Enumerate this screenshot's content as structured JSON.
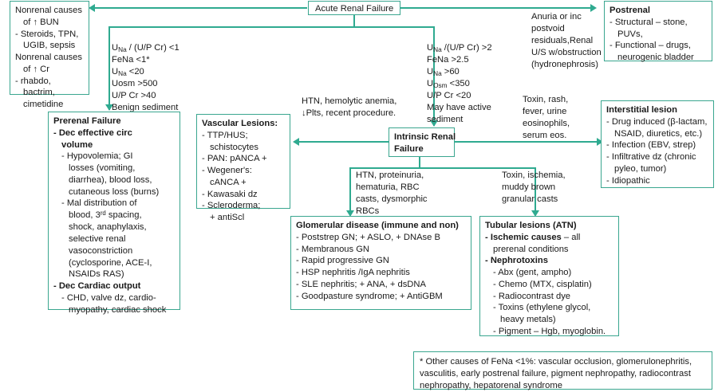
{
  "diagram": {
    "title": "Acute Renal Failure",
    "accent_color": "#2faa90",
    "text_color": "#1a1a1a",
    "background": "#ffffff"
  },
  "root": {
    "label": "Acute Renal Failure"
  },
  "nonrenal": {
    "line1": "Nonrenal causes",
    "line2": "of ↑ BUN",
    "line3": "-  Steroids, TPN,",
    "line4": "UGIB, sepsis",
    "line5": "Nonrenal causes",
    "line6": "of ↑ Cr",
    "line7": "-  rhabdo, bactrim,",
    "line8": "cimetidine"
  },
  "prerenal_criteria": {
    "line1_pre": "U",
    "line1_sub": "Na",
    "line1_post": " / (U/P Cr) <1",
    "line2": "FeNa <1*",
    "line3_pre": "U",
    "line3_sub": "Na",
    "line3_post": " <20",
    "line4": "Uosm >500",
    "line5": "U/P Cr >40",
    "line6": "Benign sediment"
  },
  "intrinsic_criteria": {
    "line1_pre": "U",
    "line1_sub": "Na",
    "line1_post": " /(U/P Cr) >2",
    "line2": "FeNa >2.5",
    "line3_pre": "U",
    "line3_sub": "Na",
    "line3_post": "  >60",
    "line4_pre": "U",
    "line4_sub": "Osm",
    "line4_post": "  <350",
    "line5": "U/P Cr <20",
    "line6": "May have active",
    "line7": "sediment"
  },
  "postrenal_criteria": {
    "line1": "Anuria or inc",
    "line2": "postvoid",
    "line3": "residuals,Renal",
    "line4": "U/S w/obstruction",
    "line5": "(hydronephrosis)"
  },
  "postrenal": {
    "header": "Postrenal",
    "item1": "-  Structural – stone,",
    "item1b": "PUVs,",
    "item2": "-  Functional – drugs,",
    "item2b": "neurogenic bladder"
  },
  "prerenal_failure": {
    "header": "Prerenal Failure",
    "sub1": "- Dec effective circ",
    "sub1b": "volume",
    "b1": "-  Hypovolemia; GI",
    "b1b": "losses (vomiting,",
    "b1c": "diarrhea), blood loss,",
    "b1d": "cutaneous loss (burns)",
    "b2": "-  Mal distribution of",
    "b2b_pre": "blood, 3",
    "b2b_sup": "rd",
    "b2b_post": " spacing,",
    "b2c": "shock, anaphylaxis,",
    "b2d": "selective renal",
    "b2e": "vasoconstriction",
    "b2f": "(cyclosporine, ACE-I,",
    "b2g": "NSAIDs RAS)",
    "sub2": "- Dec Cardiac output",
    "b3": "-  CHD, valve dz, cardio-",
    "b3b": "myopathy, cardiac shock"
  },
  "vascular": {
    "header": "Vascular Lesions:",
    "i1": "-  TTP/HUS;",
    "i1b": "schistocytes",
    "i2": "-  PAN: pANCA +",
    "i3": "-  Wegener's:",
    "i3b": "cANCA +",
    "i4": "-  Kawasaki dz",
    "i5": "-  Scleroderma;",
    "i5b": "+ antiScl"
  },
  "intrinsic": {
    "line1": "Intrinsic Renal",
    "line2": "Failure"
  },
  "interstitial": {
    "header": "Interstitial lesion",
    "i1": "-  Drug induced (β-lactam,",
    "i1b": "NSAID, diuretics, etc.)",
    "i2": "-  Infection (EBV, strep)",
    "i3": "-  Infiltrative dz (chronic",
    "i3b": "pyleo, tumor)",
    "i4": "-  Idiopathic"
  },
  "glomerular": {
    "header": "Glomerular disease (immune and non)",
    "i1": "-  Poststrep GN; + ASLO, + DNAse B",
    "i2": "-  Membranous GN",
    "i3": "-  Rapid progressive GN",
    "i4": "-  HSP nephritis /IgA nephritis",
    "i5": "-  SLE nephritis; + ANA, + dsDNA",
    "i6": "-  Goodpasture syndrome; + AntiGBM"
  },
  "tubular": {
    "header": "Tubular lesions (ATN)",
    "i1_bold": "-  Ischemic causes",
    "i1_rest": " – all",
    "i1b": "prerenal conditions",
    "i2_bold": "-  Nephrotoxins",
    "i2a": "-  Abx (gent, ampho)",
    "i2b": "-  Chemo (MTX, cisplatin)",
    "i2c": "-  Radiocontrast dye",
    "i2d": "-  Toxins (ethylene glycol,",
    "i2e": "heavy metals)",
    "i2f": "-  Pigment – Hgb, myoglobin."
  },
  "edge_labels": {
    "vascular_label1": "HTN, hemolytic anemia,",
    "vascular_label2": "↓Plts, recent procedure.",
    "interstitial_label1": "Toxin, rash,",
    "interstitial_label2": "fever, urine",
    "interstitial_label3": "eosinophils,",
    "interstitial_label4": "serum eos.",
    "glomerular_label1": "HTN, proteinuria,",
    "glomerular_label2": "hematuria, RBC",
    "glomerular_label3": "casts, dysmorphic",
    "glomerular_label4": "RBCs",
    "tubular_label1": "Toxin, ischemia,",
    "tubular_label2": "muddy brown",
    "tubular_label3": "granular casts"
  },
  "footnote": {
    "line1": "* Other causes of FeNa <1%: vascular occlusion, glomerulonephritis,",
    "line2": "vasculitis, early postrenal failure, pigment nephropathy, radiocontrast",
    "line3": "nephropathy, hepatorenal syndrome"
  }
}
